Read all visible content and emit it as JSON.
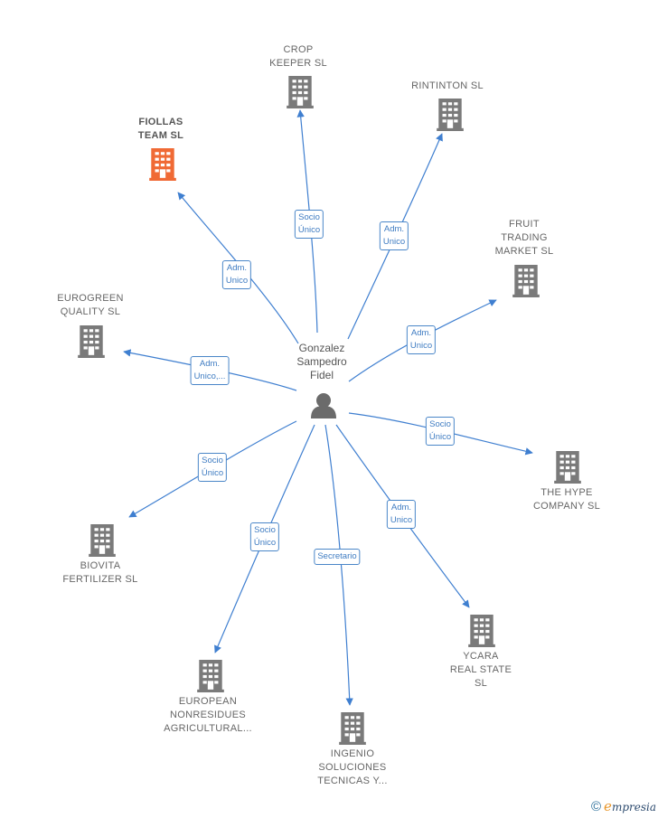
{
  "center": {
    "name": "Gonzalez\nSampedro\nFidel"
  },
  "companies": [
    {
      "id": "crop",
      "name": "CROP\nKEEPER  SL",
      "role": "Socio\nÚnico",
      "highlight": false
    },
    {
      "id": "rintinton",
      "name": "RINTINTON  SL",
      "role": "Adm.\nUnico",
      "highlight": false
    },
    {
      "id": "fiollas",
      "name": "FIOLLAS\nTEAM  SL",
      "role": "Adm.\nUnico",
      "highlight": true
    },
    {
      "id": "fruit",
      "name": "FRUIT\nTRADING\nMARKET  SL",
      "role": "Adm.\nUnico",
      "highlight": false
    },
    {
      "id": "eurogreen",
      "name": "EUROGREEN\nQUALITY  SL",
      "role": "Adm.\nUnico,...",
      "highlight": false
    },
    {
      "id": "thehype",
      "name": "THE HYPE\nCOMPANY  SL",
      "role": "Socio\nÚnico",
      "highlight": false
    },
    {
      "id": "biovita",
      "name": "BIOVITA\nFERTILIZER  SL",
      "role": "Socio\nÚnico",
      "highlight": false
    },
    {
      "id": "european",
      "name": "EUROPEAN\nNONRESIDUES\nAGRICULTURAL...",
      "role": "Socio\nÚnico",
      "highlight": false
    },
    {
      "id": "ycara",
      "name": "YCARA\nREAL STATE\nSL",
      "role": "Adm.\nUnico",
      "highlight": false
    },
    {
      "id": "ingenio",
      "name": "INGENIO\nSOLUCIONES\nTECNICAS Y...",
      "role": "Secretario",
      "highlight": false
    }
  ],
  "colors": {
    "edge": "#3f7fd0",
    "building": "#7a7a7a",
    "building_highlight": "#f06a35",
    "person": "#6b6b6b"
  },
  "footer": {
    "copyright": "©",
    "brand_initial": "e",
    "brand_rest": "mpresia"
  }
}
